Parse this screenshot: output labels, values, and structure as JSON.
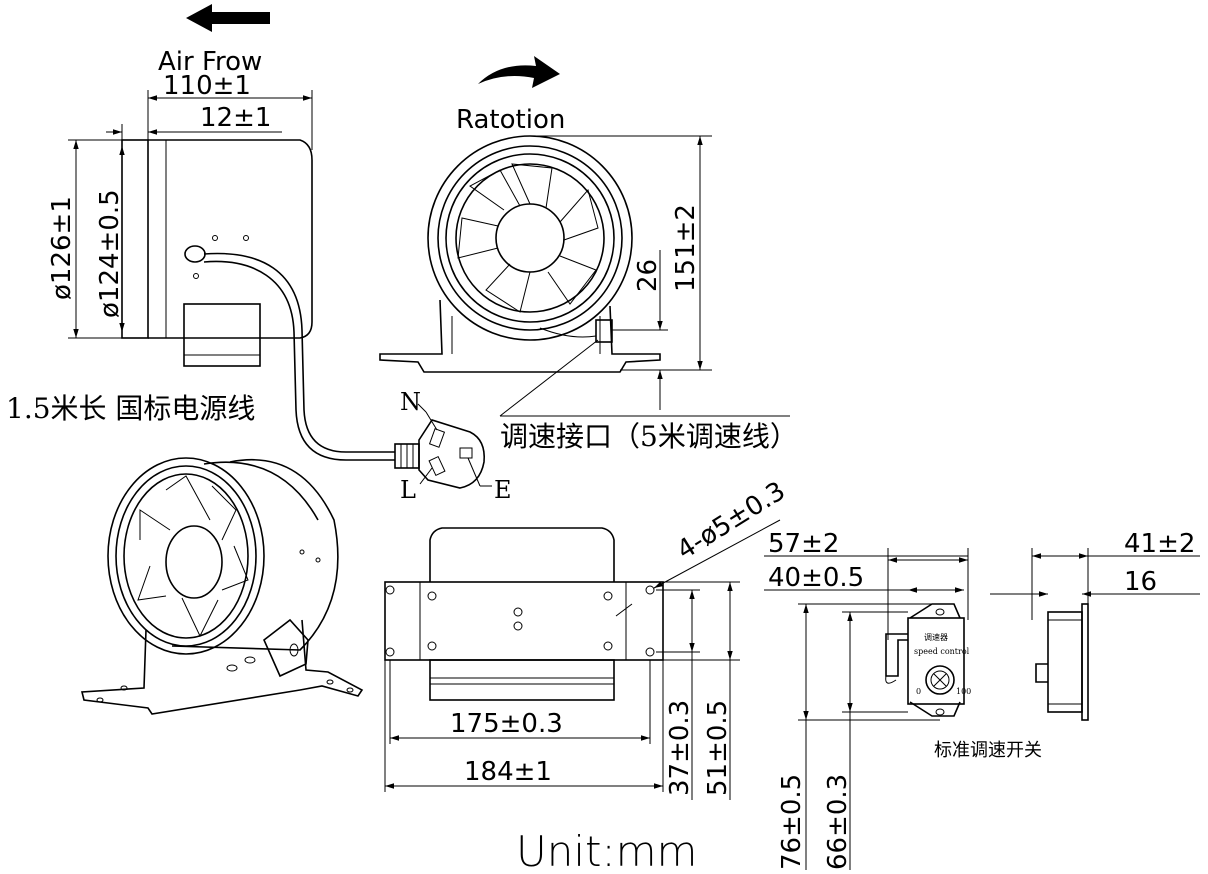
{
  "labels": {
    "air_flow": "Air  Frow",
    "rotation": "Ratotion",
    "unit": "Unit:mm",
    "power_cord": "1.5米长 国标电源线",
    "speed_port": "调速接口（5米调速线）",
    "standard_switch": "标准调速开关",
    "plug_n": "N",
    "plug_l": "L",
    "plug_e": "E",
    "controller_title": "调速器",
    "controller_subtitle": "speed control",
    "controller_min": "0",
    "controller_max": "100"
  },
  "dimensions": {
    "d110": "110±1",
    "d12": "12±1",
    "d126": "ø126±1",
    "d124": "ø124±0.5",
    "d151": "151±2",
    "d26": "26",
    "d4holes": "4-ø5±0.3",
    "d175": "175±0.3",
    "d184": "184±1",
    "d37": "37±0.3",
    "d51": "51±0.5",
    "d57": "57±2",
    "d40": "40±0.5",
    "d41": "41±2",
    "d16": "16",
    "d76": "76±0.5",
    "d66": "66±0.3"
  }
}
